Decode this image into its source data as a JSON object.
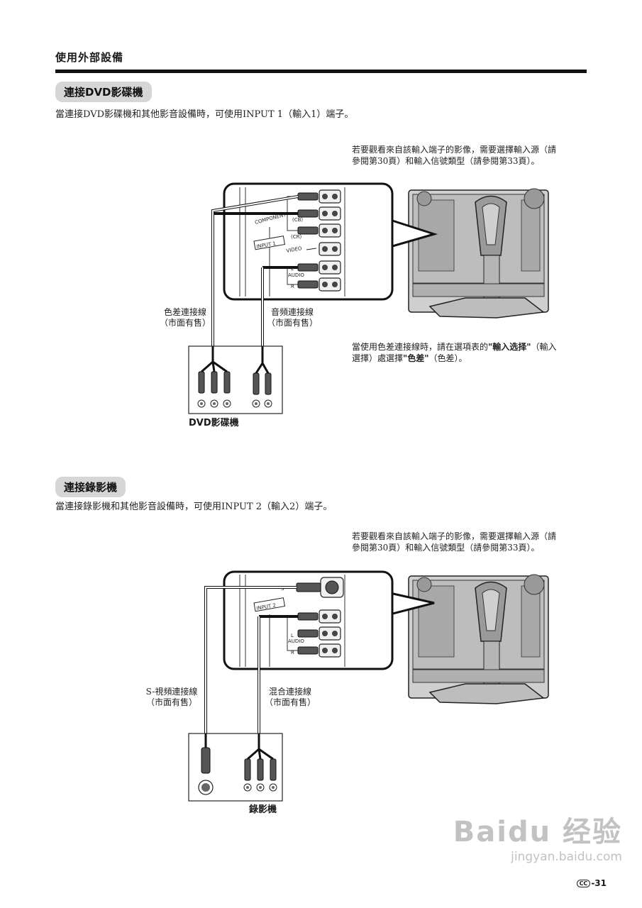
{
  "header": {
    "title": "使用外部設備"
  },
  "section1": {
    "heading": "連接DVD影碟機",
    "intro": "當連接DVD影碟機和其他影音設備時，可使用INPUT 1（輸入1）端子。",
    "note_top_1": "若要觀看來自該輸入端子的影像，需要選擇輸入源（請",
    "note_top_2": "參閱第30頁）和輸入信號類型（請參閱第33頁）。",
    "cable_left_1": "色差連接線",
    "cable_left_2": "（市面有售）",
    "cable_right_1": "音頻連接線",
    "cable_right_2": "（市面有售）",
    "note_bottom_1a": "當使用色差連接線時，請在選項表的",
    "note_bottom_1b": "\"輸入选择\"",
    "note_bottom_1c": "（輸入",
    "note_bottom_2a": "選擇）處選擇",
    "note_bottom_2b": "\"色差\"",
    "note_bottom_2c": "（色差）。",
    "device_label": "DVD影碟機",
    "panel": {
      "component": "COMPONENT",
      "cb": "(CB)",
      "cr": "(CR)",
      "input": "INPUT 1",
      "video": "VIDEO",
      "audio": "AUDIO",
      "l": "L",
      "r": "R"
    }
  },
  "section2": {
    "heading": "連接錄影機",
    "intro": "當連接錄影機和其他影音設備時，可使用INPUT 2（輸入2）端子。",
    "note_top_1": "若要觀看來自該輸入端子的影像，需要選擇輸入源（請",
    "note_top_2": "參閱第30頁）和輸入信號類型（請參閱第33頁）。",
    "cable_left_1": "S-視頻連接線",
    "cable_left_2": "（市面有售）",
    "cable_right_1": "混合連接線",
    "cable_right_2": "（市面有售）",
    "device_label": "錄影機",
    "panel": {
      "s": "S",
      "input": "INPUT 2",
      "audio": "AUDIO",
      "l": "L",
      "r": "R"
    }
  },
  "watermark": {
    "main": "Baidu 经验",
    "sub": "jingyan.baidu.com"
  },
  "footer": {
    "cc": "CC",
    "page": "-31"
  }
}
